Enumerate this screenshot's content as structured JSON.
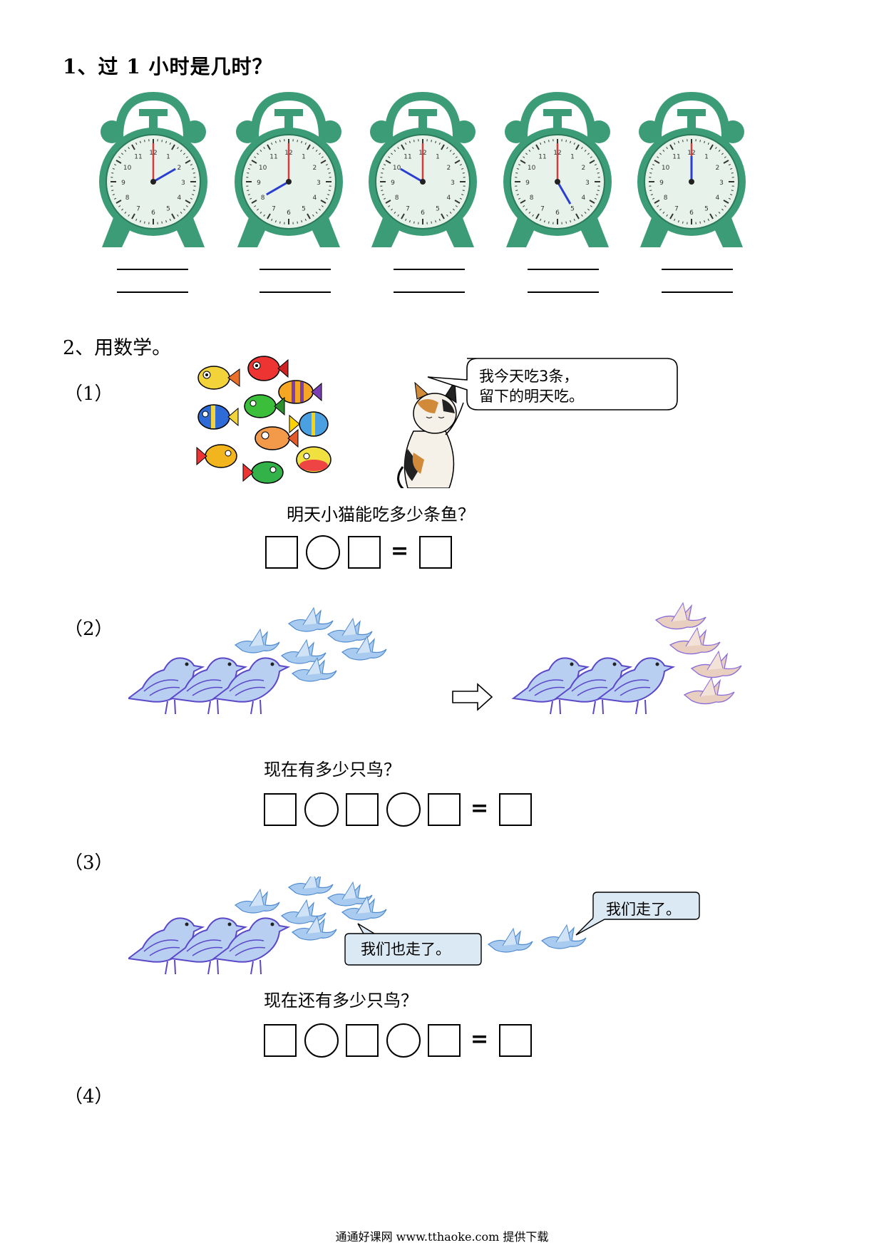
{
  "section1": {
    "title": "1、过 1 小时是几时？",
    "clocks": [
      {
        "hour": 2,
        "minute": 0
      },
      {
        "hour": 8,
        "minute": 0
      },
      {
        "hour": 10,
        "minute": 0
      },
      {
        "hour": 5,
        "minute": 0
      },
      {
        "hour": 12,
        "minute": 0
      }
    ],
    "clock_color": "#3d9c78"
  },
  "section2": {
    "title": "2、用数学。",
    "part1": {
      "label": "（1）",
      "bubble_line1": "我今天吃3条，",
      "bubble_line2": "留下的明天吃。",
      "question": "明天小猫能吃多少条鱼？",
      "equals": "="
    },
    "part2": {
      "label": "（2）",
      "question": "现在有多少只鸟？",
      "equals": "="
    },
    "part3": {
      "label": "（3）",
      "bubble_left": "我们也走了。",
      "bubble_right": "我们走了。",
      "question": "现在还有多少只鸟？",
      "equals": "="
    },
    "part4": {
      "label": "（4）"
    }
  },
  "footer": "通通好课网  www.tthaoke.com  提供下载",
  "colors": {
    "bird_blue": "#7fb2e0",
    "bird_purple": "#8a6ad8",
    "bubble_fill": "#dbe9f4"
  }
}
